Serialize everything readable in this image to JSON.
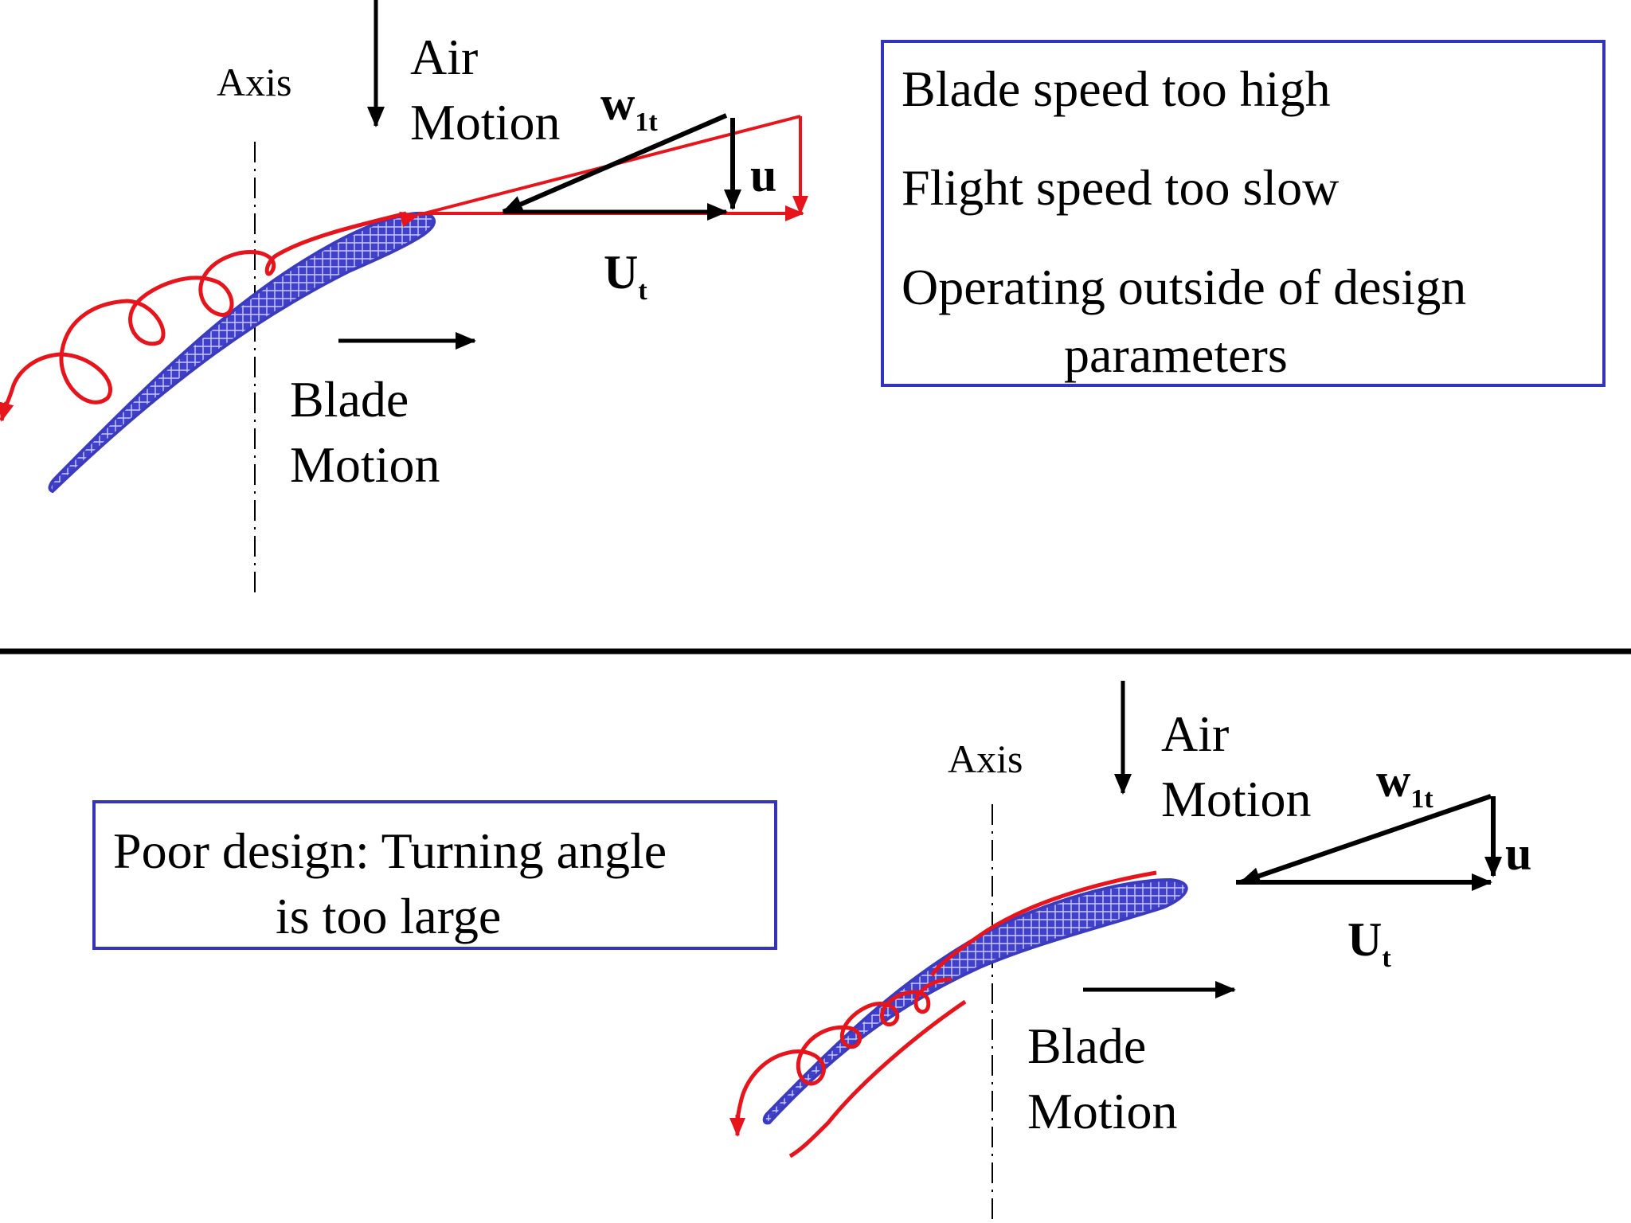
{
  "panel_top": {
    "axis_label": "Axis",
    "air_motion_label": [
      "Air",
      "Motion"
    ],
    "blade_motion_label": [
      "Blade",
      "Motion"
    ],
    "vector_w_label": "w",
    "vector_w_subscript": "1t",
    "vector_u_label": "u",
    "vector_U_label": "U",
    "vector_U_subscript": "t",
    "notes": [
      "Blade speed too high",
      "Flight speed too slow",
      "Operating outside of design",
      "parameters"
    ]
  },
  "panel_bottom": {
    "axis_label": "Axis",
    "air_motion_label": [
      "Air",
      "Motion"
    ],
    "blade_motion_label": [
      "Blade",
      "Motion"
    ],
    "vector_w_label": "w",
    "vector_w_subscript": "1t",
    "vector_u_label": "u",
    "vector_U_label": "U",
    "vector_U_subscript": "t",
    "notes": [
      "Poor design: Turning angle",
      "is too large"
    ]
  },
  "colors": {
    "blade_fill": "#4444cc",
    "flow_red": "#e8141c",
    "box_border": "#3333bb",
    "arrow_black": "#000000"
  }
}
